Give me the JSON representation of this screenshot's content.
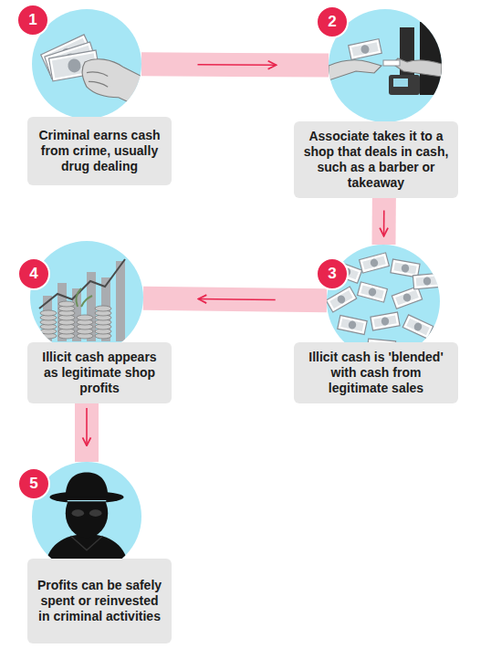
{
  "diagram": {
    "nodes": [
      {
        "text": [
          "1"
        ]
      },
      {
        "text": [
          "Criminal earns cash from crime, usually drug dealing"
        ]
      },
      {
        "text": [
          "2"
        ]
      },
      {
        "text": [
          "Associate takes it to a shop that deals in cash, such as a barber or takeaway"
        ]
      },
      {
        "text": [
          "3"
        ]
      },
      {
        "text": [
          "Illicit cash is 'blended' with cash from legitimate sales"
        ]
      },
      {
        "text": [
          "4"
        ]
      },
      {
        "text": [
          "Illicit cash appears as legitimate shop profits"
        ]
      },
      {
        "text": [
          "5"
        ]
      },
      {
        "text": [
          "Profits can be safely spent or reinvested in criminal activities"
        ]
      }
    ],
    "edges": [
      {
        "from": 0,
        "to": 2,
        "arrow": "to"
      },
      {
        "from": 2,
        "to": 4,
        "arrow": "to"
      },
      {
        "from": 4,
        "to": 6,
        "arrow": "to"
      },
      {
        "from": 6,
        "to": 8,
        "arrow": "to"
      }
    ]
  }
}
